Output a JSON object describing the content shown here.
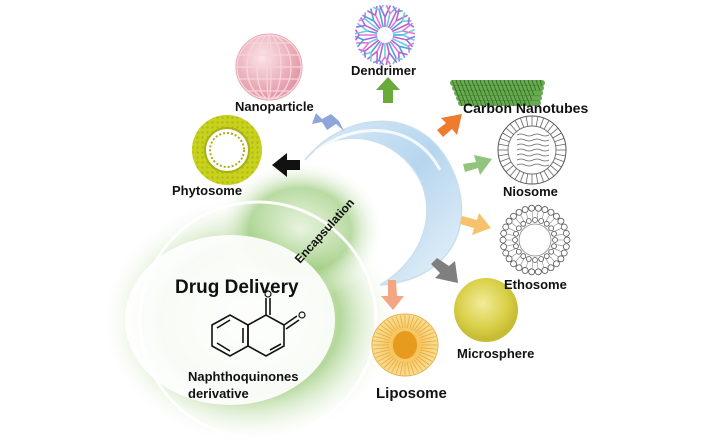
{
  "labels": {
    "dendrimer": "Dendrimer",
    "nanoparticle": "Nanoparticle",
    "carbon_nanotubes": "Carbon Nanotubes",
    "phytosome": "Phytosome",
    "niosome": "Niosome",
    "ethosome": "Ethosome",
    "microsphere": "Microsphere",
    "liposome": "Liposome",
    "encapsulation": "Encapsulation",
    "drug_delivery": "Drug Delivery",
    "compound_line1": "Naphthoquinones",
    "compound_line2": "derivative"
  },
  "arrow_colors": {
    "dendrimer": "#6aaa3a",
    "nanoparticle": "#8ea6d8",
    "carbon_nanotubes": "#ee7b30",
    "phytosome": "#111111",
    "niosome": "#93c47d",
    "ethosome": "#f6c26b",
    "microsphere": "#7f7f7f",
    "liposome": "#f4a582"
  },
  "accent_colors": {
    "glow_green": "#5aa33a",
    "crescent_blue": "#9ecbe8"
  }
}
